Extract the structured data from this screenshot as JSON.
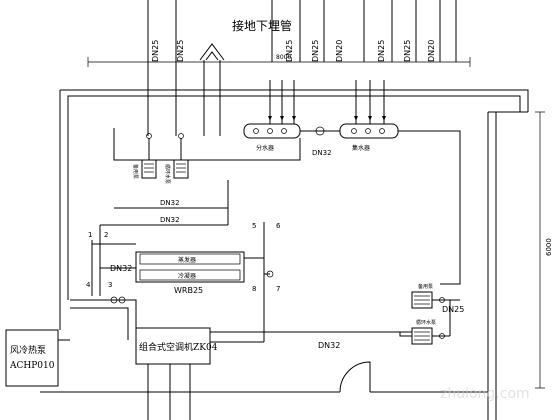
{
  "title": "接地下埋管",
  "dim_top": "8000",
  "dim_right": "6000",
  "top_pipes": [
    "DN25",
    "DN25",
    "DN25",
    "DN25",
    "DN20",
    "DN25",
    "DN25",
    "DN20"
  ],
  "labels": {
    "dn32_mid": "DN32",
    "dn32_upper": "DN32",
    "dn32_lower": "DN32",
    "dn32_left": "DN32",
    "dn32_bottom": "DN32",
    "dn25_right": "DN25",
    "wrb": "WRB25",
    "fenshuiqi": "分水器",
    "jishuiqi": "集水器",
    "upper_exchanger": "蒸发器",
    "lower_exchanger": "冷凝器",
    "pump_backup_left": "备用泵",
    "pump_loop_left": "循环水泵",
    "pump_backup_right": "备用泵",
    "pump_loop_right": "循环水泵",
    "heat_pump_line1": "风冷热泵",
    "heat_pump_line2": "ACHP010",
    "ahu": "组合式空调机ZK04",
    "valve_1": "1",
    "valve_2": "2",
    "valve_3": "3",
    "valve_4": "4",
    "valve_5": "5",
    "valve_6": "6",
    "valve_7": "7",
    "valve_8": "8"
  },
  "watermark": "zhulong.com"
}
